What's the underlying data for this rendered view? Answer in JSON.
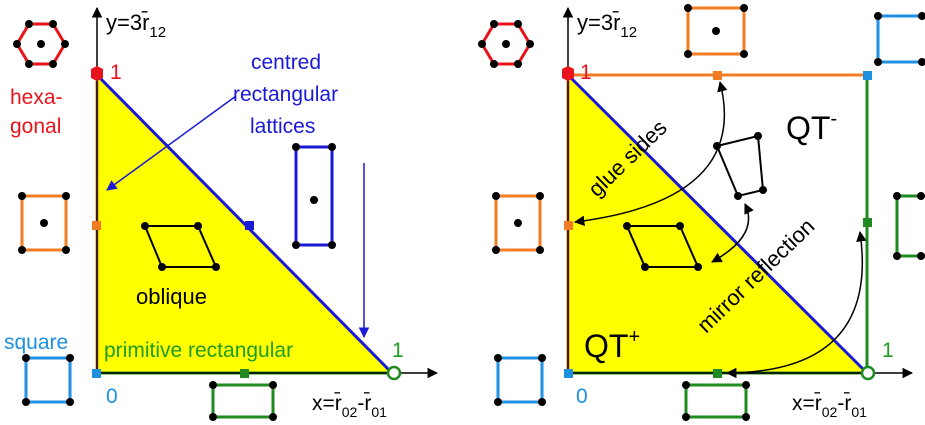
{
  "colors": {
    "yellow": "#ffff00",
    "orange": "#f07d23",
    "blue": "#1a1ad6",
    "green": "#1f8a1f",
    "red": "#e8131b",
    "sky": "#1f8fe0",
    "black": "#000000"
  },
  "left_panel": {
    "y_axis_label": "y=3r̄",
    "y_axis_sub": "12",
    "x_axis_label": "x=r̄",
    "x_axis_sub1": "02",
    "x_axis_mid": "-r̄",
    "x_axis_sub2": "01",
    "tick_one_y": "1",
    "tick_one_x": "1",
    "tick_zero": "0",
    "hexagonal_line1": "hexa-",
    "hexagonal_line2": "gonal",
    "centred_line1": "centred",
    "centred_line2": "rectangular",
    "centred_line3": "lattices",
    "oblique": "oblique",
    "square": "square",
    "primitive_rectangular": "primitive rectangular"
  },
  "right_panel": {
    "y_axis_label": "y=3r̄",
    "y_axis_sub": "12",
    "x_axis_label": "x=r̄",
    "x_axis_sub1": "02",
    "x_axis_mid": "-r̄",
    "x_axis_sub2": "01",
    "tick_one_y": "1",
    "tick_one_x": "1",
    "tick_zero": "0",
    "qt_plus": "QT",
    "qt_plus_sup": "+",
    "qt_minus": "QT",
    "qt_minus_sup": "-",
    "glue_sides": "glue sides",
    "mirror_reflection": "mirror reflection"
  }
}
